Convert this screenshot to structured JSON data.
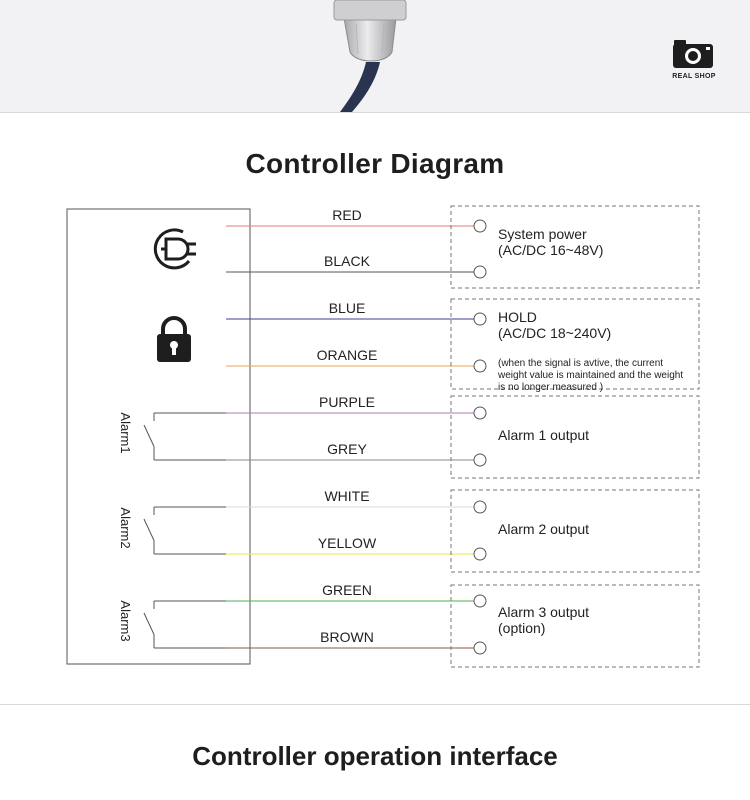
{
  "page": {
    "title": "Controller Diagram",
    "subtitle": "Controller operation interface",
    "logo": {
      "text": "REAL SHOP",
      "icon": "camera-icon"
    }
  },
  "icons": {
    "power": "power-plug-icon",
    "hold": "padlock-icon",
    "switch": "relay-switch-icon"
  },
  "colors": {
    "card_border": "#d8d8d8",
    "controller_border": "#555555",
    "dashed": "#777777",
    "cable": "#2a3450"
  },
  "wires": [
    {
      "label": "RED",
      "color": "#e07a7a"
    },
    {
      "label": "BLACK",
      "color": "#555555"
    },
    {
      "label": "BLUE",
      "color": "#3d3d9a"
    },
    {
      "label": "ORANGE",
      "color": "#f0a050"
    },
    {
      "label": "PURPLE",
      "color": "#b07ab0"
    },
    {
      "label": "GREY",
      "color": "#8a8a8a"
    },
    {
      "label": "WHITE",
      "color": "#d8d8d8"
    },
    {
      "label": "YELLOW",
      "color": "#e8e840"
    },
    {
      "label": "GREEN",
      "color": "#50b050"
    },
    {
      "label": "BROWN",
      "color": "#8b5a3c"
    }
  ],
  "alarms": [
    {
      "label": "Alarm1"
    },
    {
      "label": "Alarm2"
    },
    {
      "label": "Alarm3"
    }
  ],
  "boxes": [
    {
      "lines": [
        "System power",
        "(AC/DC 16~48V)"
      ],
      "notes": []
    },
    {
      "lines": [
        "HOLD",
        "(AC/DC 18~240V)"
      ],
      "notes": [
        "(when the signal is avtive, the current",
        " weight value is maintained and the weight",
        " is no longer measured )"
      ]
    },
    {
      "lines": [
        "Alarm 1 output"
      ],
      "notes": []
    },
    {
      "lines": [
        "Alarm 2 output"
      ],
      "notes": []
    },
    {
      "lines": [
        "Alarm 3 output",
        "(option)"
      ],
      "notes": []
    }
  ]
}
